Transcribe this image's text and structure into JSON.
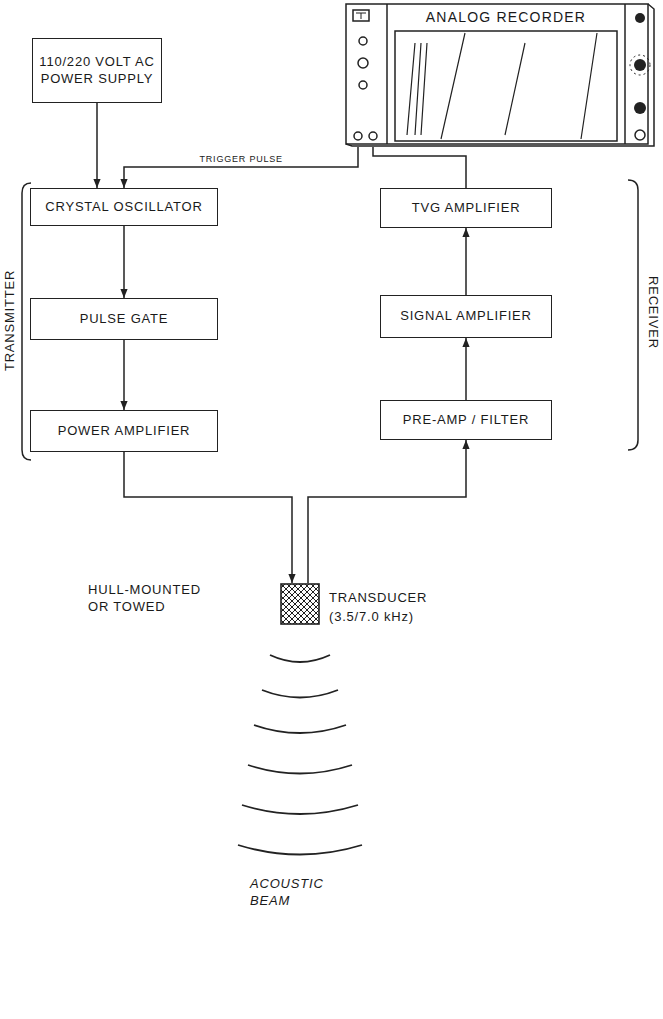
{
  "diagram": {
    "nodes": [
      {
        "text": [
          "110/220 VOLT AC POWER SUPPLY"
        ]
      },
      {
        "text": [
          "ANALOG RECORDER"
        ]
      },
      {
        "text": [
          "CRYSTAL OSCILLATOR"
        ]
      },
      {
        "text": [
          "TVG AMPLIFIER"
        ]
      },
      {
        "text": [
          "PULSE GATE"
        ]
      },
      {
        "text": [
          "SIGNAL AMPLIFIER"
        ]
      },
      {
        "text": [
          "POWER AMPLIFIER"
        ]
      },
      {
        "text": [
          "PRE-AMP / FILTER"
        ]
      },
      {
        "text": [
          "TRANSDUCER (3.5/7.0 kHz)"
        ]
      }
    ],
    "edges": [
      {
        "from": 0,
        "to": 2,
        "arrow": "to"
      },
      {
        "from": 1,
        "to": 2,
        "label": "TRIGGER PULSE",
        "arrow": "to"
      },
      {
        "from": 3,
        "to": 1,
        "arrow": "none"
      },
      {
        "from": 2,
        "to": 4,
        "arrow": "to"
      },
      {
        "from": 4,
        "to": 6,
        "arrow": "to"
      },
      {
        "from": 6,
        "to": 8,
        "arrow": "to"
      },
      {
        "from": 8,
        "to": 7,
        "arrow": "to"
      },
      {
        "from": 7,
        "to": 5,
        "arrow": "to"
      },
      {
        "from": 5,
        "to": 3,
        "arrow": "to"
      }
    ],
    "labels": [
      "TRANSMITTER",
      "RECEIVER",
      "HULL-MOUNTED OR TOWED",
      "ACOUSTIC BEAM"
    ]
  }
}
